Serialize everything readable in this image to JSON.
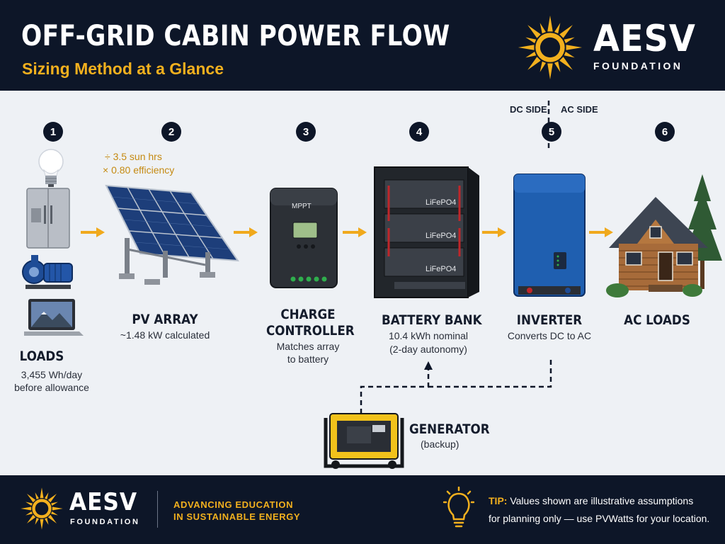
{
  "header": {
    "title": "OFF-GRID CABIN POWER FLOW",
    "subtitle": "Sizing Method at a Glance",
    "brand": "AESV",
    "foundation": "FOUNDATION"
  },
  "sides": {
    "dc": "DC SIDE",
    "ac": "AC SIDE"
  },
  "steps": [
    {
      "num": "1",
      "label": "LOADS",
      "desc1": "3,455 Wh/day",
      "desc2": "before allowance"
    },
    {
      "num": "2",
      "label": "PV ARRAY",
      "desc1": "~1.48 kW calculated",
      "note1": "÷ 3.5 sun hrs",
      "note2": "× 0.80 efficiency"
    },
    {
      "num": "3",
      "label1": "CHARGE",
      "label2": "CONTROLLER",
      "desc1": "Matches array",
      "desc2": "to battery",
      "device": "MPPT"
    },
    {
      "num": "4",
      "label": "BATTERY BANK",
      "desc1": "10.4 kWh nominal",
      "desc2": "(2-day autonomy)",
      "module": "LiFePO4"
    },
    {
      "num": "5",
      "label": "INVERTER",
      "desc1": "Converts DC to AC"
    },
    {
      "num": "6",
      "label": "AC LOADS"
    }
  ],
  "generator": {
    "label": "GENERATOR",
    "desc": "(backup)"
  },
  "footer": {
    "brand": "AESV",
    "foundation": "FOUNDATION",
    "tagline1": "ADVANCING EDUCATION",
    "tagline2": "IN SUSTAINABLE ENERGY",
    "tip_label": "TIP:",
    "tip1": "Values shown are illustrative assumptions",
    "tip2": "for planning only — use PVWatts for your location."
  },
  "colors": {
    "navy": "#0d1628",
    "accent": "#f2b01e",
    "arrow": "#f0a91c",
    "background": "#eef1f5"
  }
}
